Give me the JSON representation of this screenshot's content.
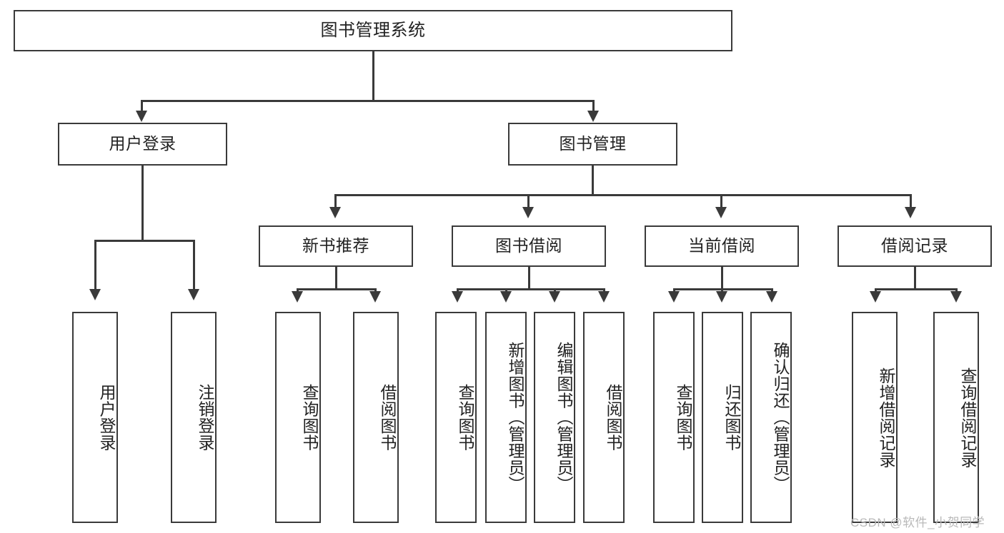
{
  "diagram": {
    "type": "tree",
    "title": "图书管理系统",
    "root": {
      "label": "图书管理系统"
    },
    "level2": [
      {
        "label": "用户登录"
      },
      {
        "label": "图书管理"
      }
    ],
    "level3": [
      {
        "label": "新书推荐"
      },
      {
        "label": "图书借阅"
      },
      {
        "label": "当前借阅"
      },
      {
        "label": "借阅记录"
      }
    ],
    "leaves": {
      "user_login": [
        {
          "label": "用户登录"
        },
        {
          "label": "注销登录"
        }
      ],
      "new_book_recommend": [
        {
          "label": "查询图书"
        },
        {
          "label": "借阅图书"
        }
      ],
      "book_borrow": [
        {
          "label": "查询图书"
        },
        {
          "label": "新增图书（管理员）"
        },
        {
          "label": "编辑图书（管理员）"
        },
        {
          "label": "借阅图书"
        }
      ],
      "current_borrow": [
        {
          "label": "查询图书"
        },
        {
          "label": "归还图书"
        },
        {
          "label": "确认归还（管理员）"
        }
      ],
      "borrow_record": [
        {
          "label": "新增借阅记录"
        },
        {
          "label": "查询借阅记录"
        }
      ]
    }
  },
  "watermark": {
    "text": "CSDN @软件_小贺同学"
  },
  "colors": {
    "stroke": "#3a3a3a",
    "background": "#ffffff",
    "text": "#222222",
    "watermark": "#b9b9b9"
  }
}
